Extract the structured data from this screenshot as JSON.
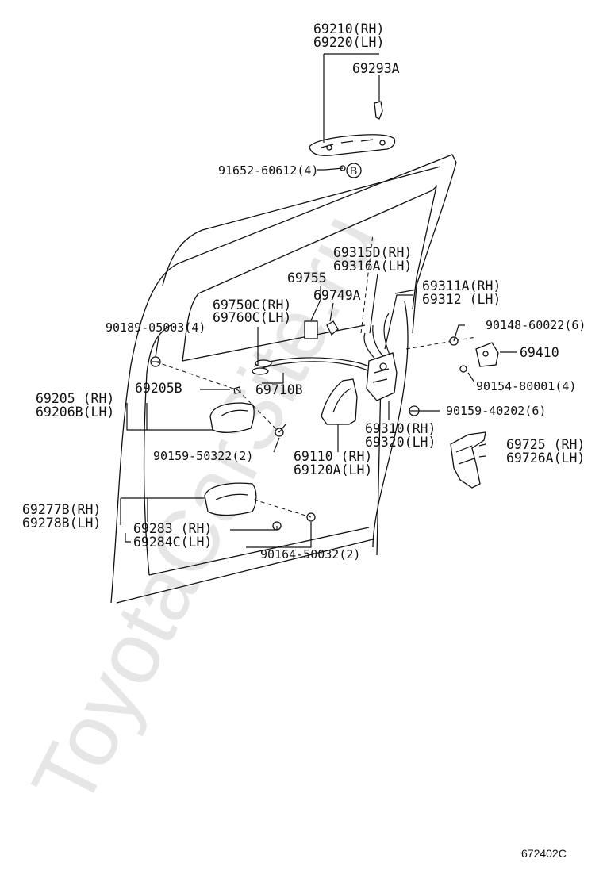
{
  "watermark": "ToyotaCarSite.ru",
  "diagram_code": "672402C",
  "labels": {
    "p69210": "69210(RH)",
    "p69220": "69220(LH)",
    "p69293A": "69293A",
    "p91652": "91652-60612(4)",
    "circleB": "B",
    "p69315D": "69315D(RH)",
    "p69316A": "69316A(LH)",
    "p69755": "69755",
    "p69749A": "69749A",
    "p69311A": "69311A(RH)",
    "p69312": "69312  (LH)",
    "p69750C": "69750C(RH)",
    "p69760C": "69760C(LH)",
    "p90189": "90189-05003(4)",
    "p90148": "90148-60022(6)",
    "p69410": "69410",
    "p90154": "90154-80001(4)",
    "p69205": "69205 (RH)",
    "p69206B": "69206B(LH)",
    "p69205B": "69205B",
    "p69710B": "69710B",
    "p90159_40202": "90159-40202(6)",
    "p69310": "69310(RH)",
    "p69320": "69320(LH)",
    "p90159_50322": "90159-50322(2)",
    "p69110": "69110 (RH)",
    "p69120A": "69120A(LH)",
    "p69725": "69725 (RH)",
    "p69726A": "69726A(LH)",
    "p69277B": "69277B(RH)",
    "p69278B": "69278B(LH)",
    "p69283": "69283 (RH)",
    "p69284C": "69284C(LH)",
    "p90164": "90164-50032(2)"
  }
}
